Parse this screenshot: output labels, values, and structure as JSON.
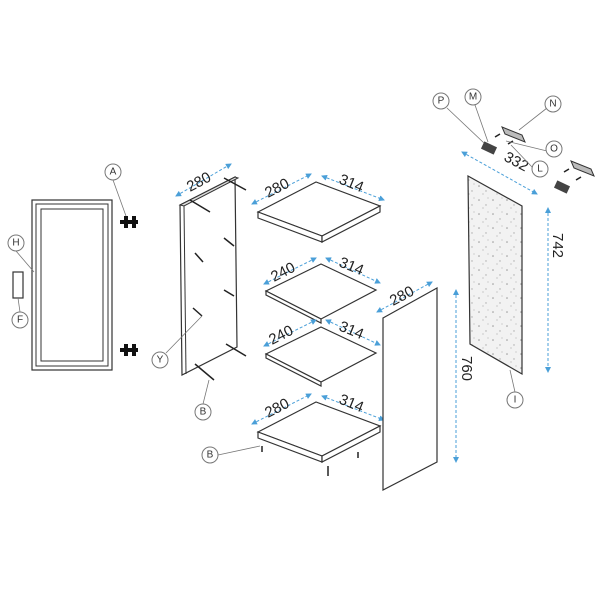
{
  "diagram": {
    "parts": {
      "A": "A",
      "B": "B",
      "F": "F",
      "H": "H",
      "I": "I",
      "L": "L",
      "M": "M",
      "N": "N",
      "O": "O",
      "P": "P",
      "Y": "Y"
    },
    "dimensions": {
      "side_left_depth": "280",
      "shelf1_depth": "280",
      "shelf1_width": "314",
      "shelf2_depth": "240",
      "shelf2_width": "314",
      "shelf3_depth": "240",
      "shelf3_width": "314",
      "shelf4_depth": "280",
      "shelf4_width": "314",
      "side_right_depth": "280",
      "side_right_height": "760",
      "back_width": "332",
      "back_height": "742"
    },
    "colors": {
      "dimension_arrow": "#4a9fd8",
      "line": "#333333"
    }
  }
}
